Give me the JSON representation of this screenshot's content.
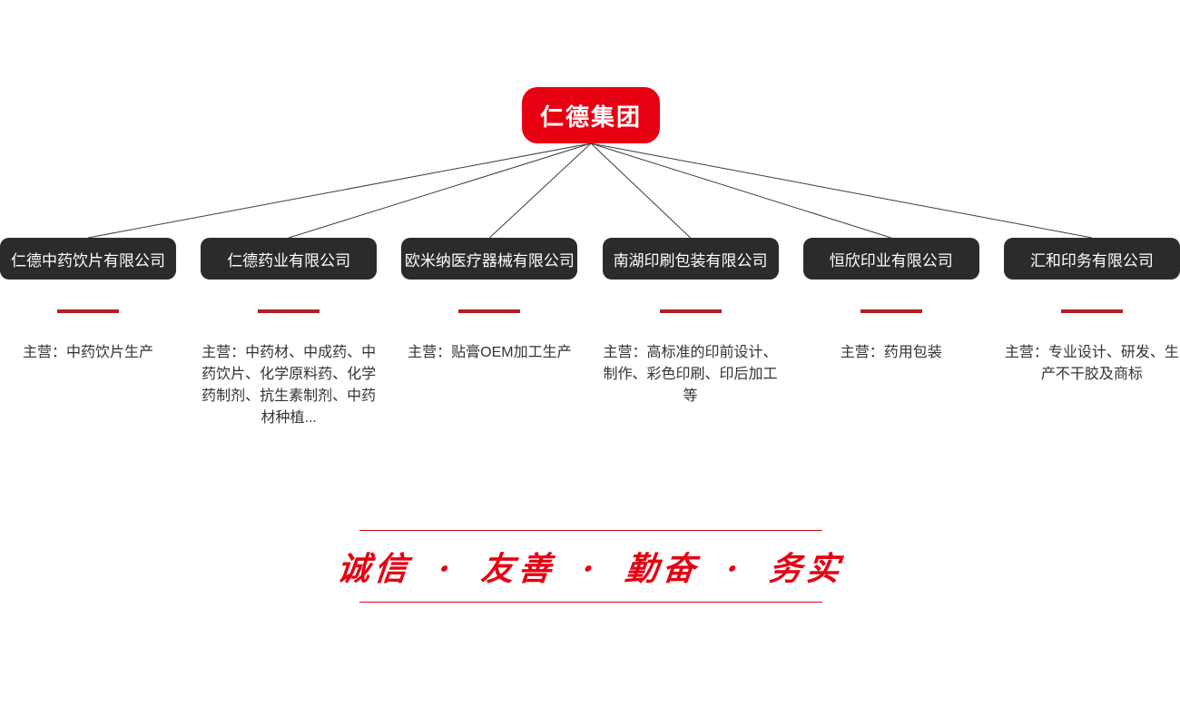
{
  "root": {
    "name": "仁德集团"
  },
  "companies": [
    {
      "name": "仁德中药饮片有限公司",
      "business": "主营：中药饮片生产"
    },
    {
      "name": "仁德药业有限公司",
      "business": "主营：中药材、中成药、中药饮片、化学原料药、化学药制剂、抗生素制剂、中药材种植..."
    },
    {
      "name": "欧米纳医疗器械有限公司",
      "business": "主营：贴膏OEM加工生产"
    },
    {
      "name": "南湖印刷包装有限公司",
      "business": "主营：高标准的印前设计、制作、彩色印刷、印后加工等"
    },
    {
      "name": "恒欣印业有限公司",
      "business": "主营：药用包装"
    },
    {
      "name": "汇和印务有限公司",
      "business": "主营：专业设计、研发、生产不干胶及商标"
    }
  ],
  "motto": {
    "text": "诚信 · 友善 · 勤奋 · 务实",
    "values": [
      "诚信",
      "友善",
      "勤奋",
      "务实"
    ],
    "separator": "·"
  },
  "colors": {
    "brand_red": "#e60012",
    "accent_dark_red": "#b01f24",
    "box_dark": "#2b2b2b",
    "line_color": "#3c3c3c",
    "rule_red": "#cc0a17",
    "text_color": "#333333"
  }
}
